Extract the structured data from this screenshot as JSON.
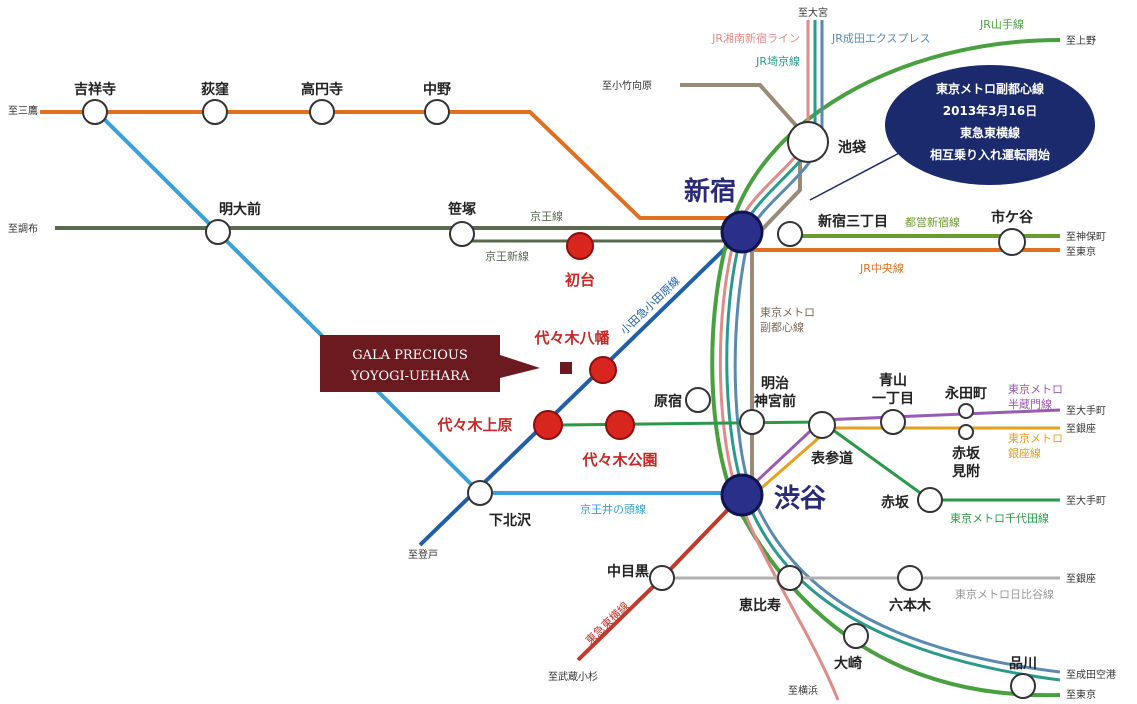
{
  "callout": {
    "line1": "東京メトロ副都心線",
    "line2": "2013年3月16日",
    "line3": "東急東横線",
    "line4": "相互乗り入れ運転開始",
    "bg": "#1a2a6c"
  },
  "property": {
    "line1": "GALA PRECIOUS",
    "line2": "YOYOGI-UEHARA",
    "bg": "#6b1a20"
  },
  "stations": {
    "kichijoji": "吉祥寺",
    "ogikubo": "荻窪",
    "koenji": "高円寺",
    "nakano": "中野",
    "meidaimae": "明大前",
    "sasazuka": "笹塚",
    "hatsudai": "初台",
    "shinjuku": "新宿",
    "ikebukuro": "池袋",
    "shinjuku_sanchome": "新宿三丁目",
    "ichigaya": "市ケ谷",
    "yoyogi_hachiman": "代々木八幡",
    "yoyogi_uehara": "代々木上原",
    "yoyogi_koen": "代々木公園",
    "harajuku": "原宿",
    "meiji_jingumae_1": "明治",
    "meiji_jingumae_2": "神宮前",
    "omotesando": "表参道",
    "aoyama_1": "青山",
    "aoyama_2": "一丁目",
    "nagatacho": "永田町",
    "akasaka_mitsuke_1": "赤坂",
    "akasaka_mitsuke_2": "見附",
    "akasaka": "赤坂",
    "shibuya": "渋谷",
    "shimokitazawa": "下北沢",
    "nakameguro": "中目黒",
    "ebisu": "恵比寿",
    "roppongi": "六本木",
    "osaki": "大崎",
    "shinagawa": "品川"
  },
  "destinations": {
    "mitaka": "至三鷹",
    "chofu": "至調布",
    "noborito": "至登戸",
    "musashikosugi": "至武蔵小杉",
    "yokohama": "至横浜",
    "omiya": "至大宮",
    "kotakemukaihara": "至小竹向原",
    "ueno": "至上野",
    "jimbocho": "至神保町",
    "tokyo_chuo": "至東京",
    "otemachi_hanzomon": "至大手町",
    "ginza_ginza": "至銀座",
    "otemachi_chiyoda": "至大手町",
    "ginza_hibiya": "至銀座",
    "narita": "至成田空港",
    "tokyo_yamanote": "至東京"
  },
  "lines": {
    "shonan_shinjuku": "JR湘南新宿ライン",
    "narita_express": "JR成田エクスプレス",
    "saikyo": "JR埼京線",
    "yamanote": "JR山手線",
    "keio": "京王線",
    "keio_new": "京王新線",
    "toei_shinjuku": "都営新宿線",
    "chuo": "JR中央線",
    "odakyu": "小田急小田原線",
    "fukutoshin_1": "東京メトロ",
    "fukutoshin_2": "副都心線",
    "hanzomon_1": "東京メトロ",
    "hanzomon_2": "半蔵門線",
    "ginza_1": "東京メトロ",
    "ginza_2": "銀座線",
    "inokashira": "京王井の頭線",
    "chiyoda": "東京メトロ千代田線",
    "hibiya": "東京メトロ日比谷線",
    "toyoko": "東急東横線"
  },
  "colors": {
    "chuo": "#e07020",
    "keio": "#5a6a50",
    "inokashira": "#3aa0d8",
    "odakyu": "#1f5fa8",
    "fukutoshin": "#9a8a78",
    "yamanote": "#4aa040",
    "saikyo": "#2a9a8a",
    "narita_express": "#5a8ab0",
    "shonan_shinjuku": "#e08a8a",
    "toyoko": "#c0392b",
    "hanzomon": "#9b59b6",
    "ginza": "#e6a020",
    "chiyoda": "#2a9a4a",
    "hibiya": "#b0b0b0",
    "toei_shinjuku": "#6a9a30",
    "hub": "#2a2f8a",
    "property_station": "#d8261f"
  }
}
